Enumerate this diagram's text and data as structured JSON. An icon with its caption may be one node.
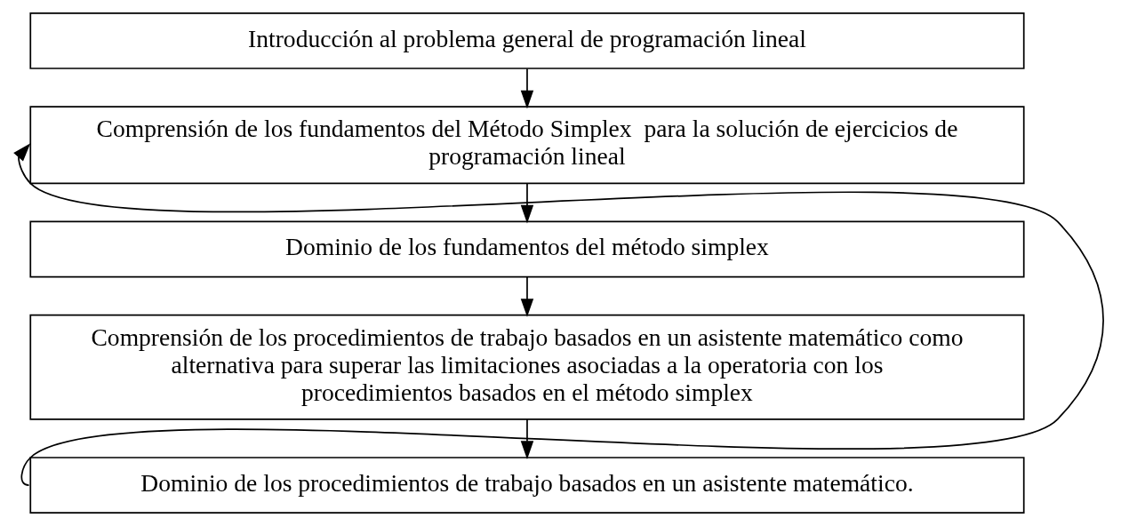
{
  "diagram": {
    "nodes": [
      {
        "text": [
          "Introducción al problema general de programación lineal"
        ]
      },
      {
        "text": [
          "Comprensión de los fundamentos del Método Simplex  para la solución de ejercicios de programación lineal"
        ]
      },
      {
        "text": [
          "Dominio de los fundamentos del método simplex"
        ]
      },
      {
        "text": [
          "Comprensión de los procedimientos de trabajo basados en un asistente matemático como alternativa para superar las limitaciones asociadas a la operatoria con los procedimientos basados en el método simplex"
        ]
      },
      {
        "text": [
          "Dominio de los procedimientos de trabajo basados en un asistente matemático."
        ]
      }
    ],
    "edges": [
      {
        "from": 0,
        "to": 1,
        "arrow": "to"
      },
      {
        "from": 1,
        "to": 2,
        "arrow": "to"
      },
      {
        "from": 2,
        "to": 3,
        "arrow": "to"
      },
      {
        "from": 3,
        "to": 4,
        "arrow": "to"
      },
      {
        "from": 4,
        "to": 1,
        "arrow": "to"
      }
    ]
  }
}
